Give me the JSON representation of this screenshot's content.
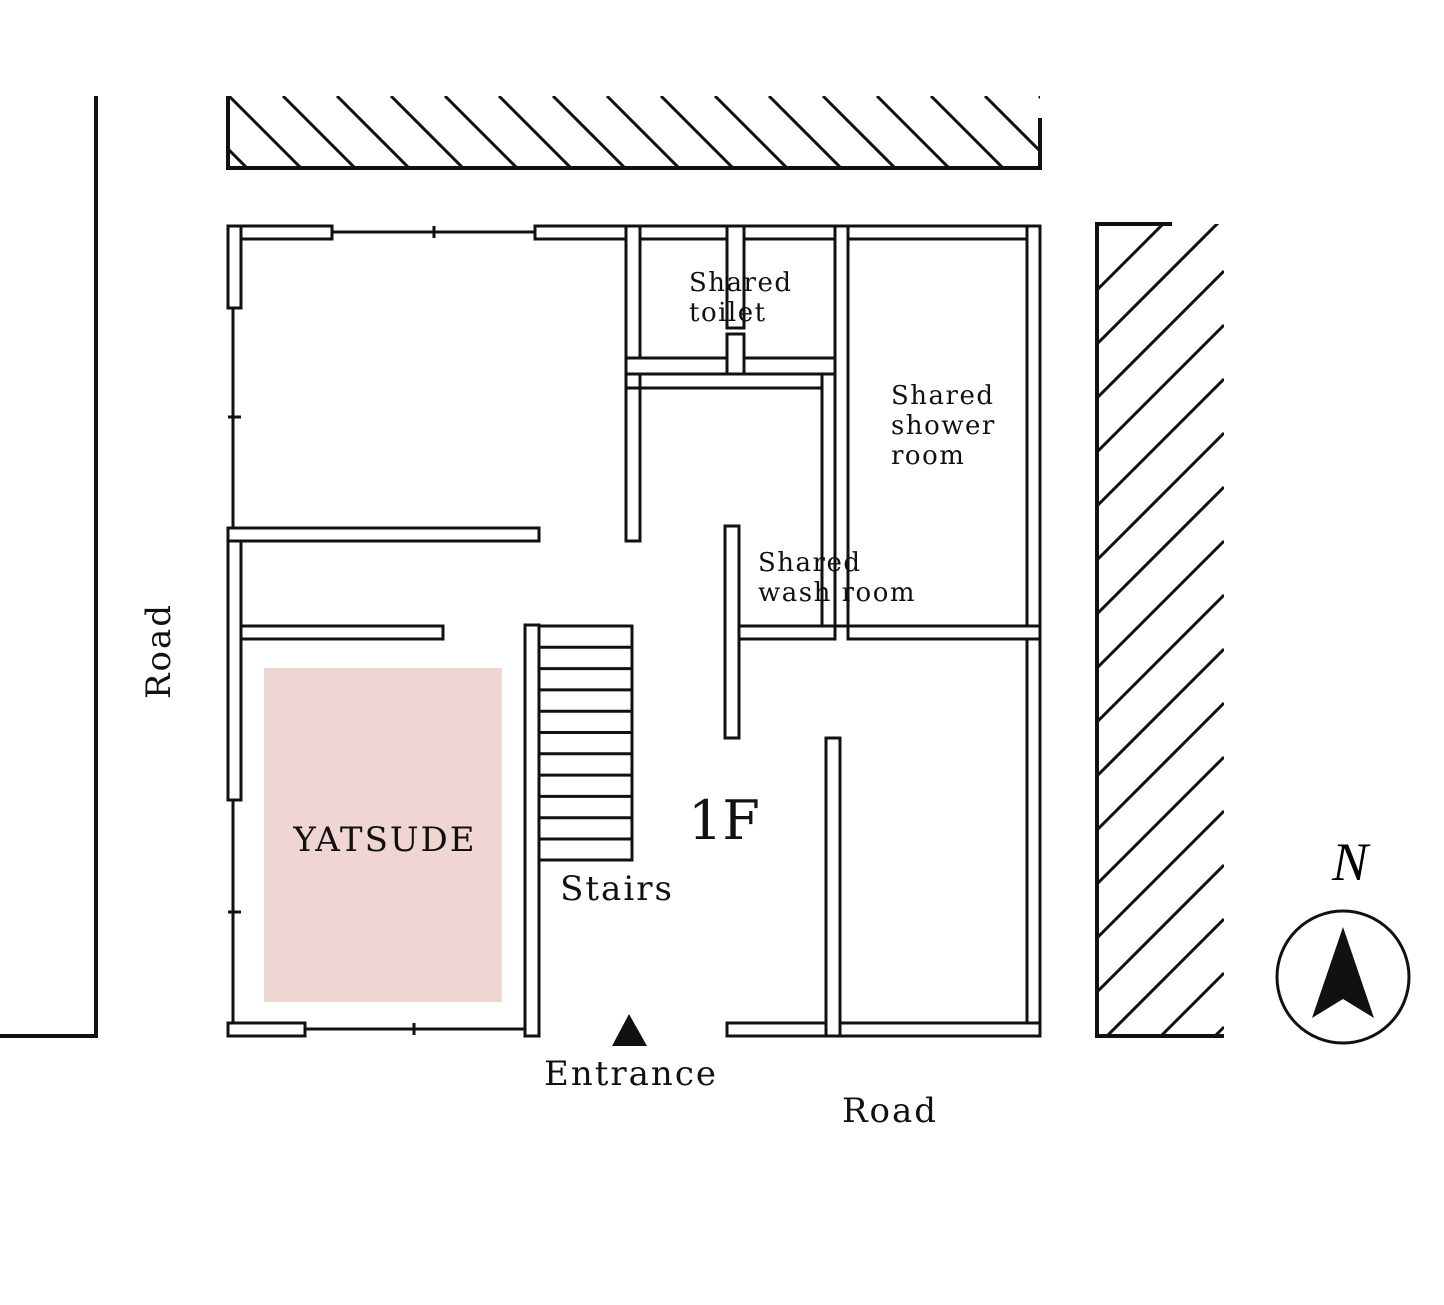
{
  "floor_label": "1F",
  "rooms": {
    "toilet": [
      "Shared",
      "toilet"
    ],
    "shower": [
      "Shared",
      "shower",
      "room"
    ],
    "wash": [
      "Shared",
      "wash room"
    ],
    "tenant": "YATSUDE",
    "stairs": "Stairs"
  },
  "entrance_label": "Entrance",
  "road_west_label": "Road",
  "road_south_label": "Road",
  "compass_label": "N",
  "colors": {
    "highlight": "#efd6d3",
    "line": "#111111"
  }
}
